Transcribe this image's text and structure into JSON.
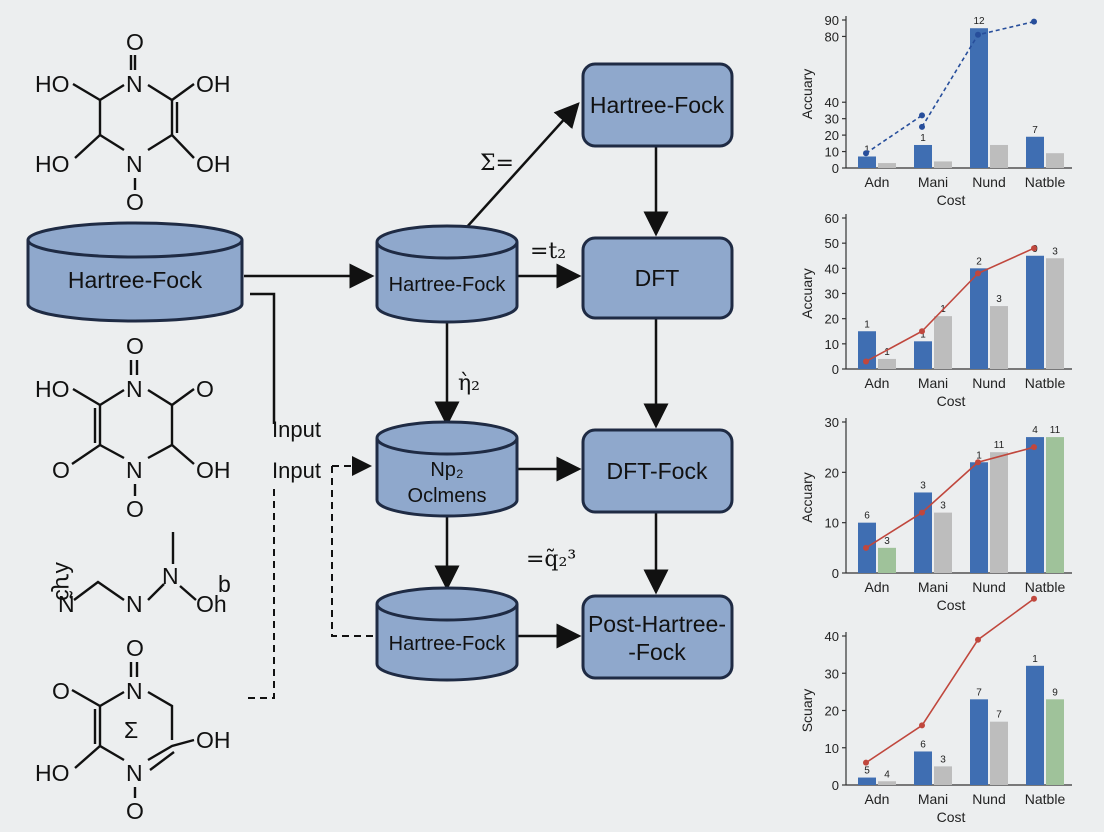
{
  "colors": {
    "box_fill": "#8fa8cc",
    "box_stroke": "#1f2b44",
    "bar_blue": "#3f6eb2",
    "bar_gray": "#bdbdbd",
    "bar_green": "#9fc29a",
    "line_blue": "#274e9b",
    "line_red": "#c0473d",
    "background": "#eceeef"
  },
  "molecules": {
    "m1": {
      "top_o": "O",
      "n_top": "N",
      "ho_left_top": "HO",
      "o_h_right_top": "OH",
      "ho_left_bottom": "HO",
      "oh_right_bottom": "OH",
      "n_bottom": "N",
      "bottom_o": "O"
    },
    "m2": {
      "top_o": "O",
      "n_top": "N",
      "ho_left": "HO",
      "o_right": "O",
      "o_left": "O",
      "oh_right": "OH",
      "n_bottom": "N",
      "bottom_o": "O"
    },
    "m3": {
      "frag1": "ʎʯɔ̃",
      "n_left": "N",
      "n_mid": "N",
      "n_right": "N",
      "oh": "Oh",
      "sup": "b"
    },
    "m4": {
      "top_o": "O",
      "n_top": "N",
      "o_left": "O",
      "sigma": "Σ",
      "oh_right": "OH",
      "ho_left": "HO",
      "n_bottom": "N",
      "bottom_o": "O"
    }
  },
  "flow": {
    "db_main": "Hartree-Fock",
    "cyl_top": "Hartree-Fock",
    "cyl_mid_line1": "Np₂",
    "cyl_mid_line2": "Oclmens",
    "cyl_bottom": "Hartree-Fock",
    "box_hf": "Hartree-Fock",
    "box_dft": "DFT",
    "box_dft_fock": "DFT-Fock",
    "box_post_line1": "Post-Hartree-",
    "box_post_line2": "-Fock",
    "input_label_1": "Input",
    "input_label_2": "Input",
    "edge_sigma": "Σ=",
    "edge_t2": "=t₂",
    "edge_eta": "ὴ₂",
    "edge_q": "=q̃₂³"
  },
  "chart_data": [
    {
      "type": "bar",
      "categories": [
        "Adn",
        "Mani",
        "Nund",
        "Natble"
      ],
      "series": [
        {
          "values": [
            7,
            14,
            85,
            19
          ],
          "color": "#3f6eb2"
        },
        {
          "values": [
            3,
            4,
            14,
            9
          ],
          "color": "#bdbdbd"
        }
      ],
      "bar_labels": [
        "1",
        "1",
        "12",
        "7"
      ],
      "overlay_line": {
        "color": "#274e9b",
        "style": "dashed",
        "segments": [
          [
            [
              0,
              9
            ],
            [
              1,
              32
            ]
          ],
          [
            [
              1,
              25
            ],
            [
              2,
              81
            ],
            [
              3,
              89
            ]
          ]
        ]
      },
      "ylabel": "Accuary",
      "xlabel": "Cost",
      "ylim": [
        0,
        90
      ],
      "yticks": [
        0,
        10,
        20,
        30,
        40,
        80,
        90
      ]
    },
    {
      "type": "bar",
      "categories": [
        "Adn",
        "Mani",
        "Nund",
        "Natble"
      ],
      "series": [
        {
          "values": [
            15,
            11,
            40,
            45
          ],
          "color": "#3f6eb2"
        },
        {
          "values": [
            4,
            21,
            25,
            44
          ],
          "color": "#bdbdbd"
        }
      ],
      "bar_labels": [
        "1",
        "1",
        "1",
        "1",
        "2",
        "3",
        "9",
        "3"
      ],
      "overlay_line": {
        "color": "#c0473d",
        "style": "solid",
        "points": [
          [
            0,
            3
          ],
          [
            1,
            15
          ],
          [
            2,
            38
          ],
          [
            3,
            48
          ]
        ]
      },
      "ylabel": "Accuary",
      "xlabel": "Cost",
      "ylim": [
        0,
        60
      ],
      "yticks": [
        0,
        10,
        20,
        30,
        40,
        50,
        60
      ]
    },
    {
      "type": "bar",
      "categories": [
        "Adn",
        "Mani",
        "Nund",
        "Natble"
      ],
      "series": [
        {
          "values": [
            10,
            16,
            22,
            27
          ],
          "color": "#3f6eb2"
        },
        {
          "values": [
            5,
            12,
            24,
            27
          ],
          "colors": [
            "#9fc29a",
            "#bdbdbd",
            "#bdbdbd",
            "#9fc29a"
          ]
        }
      ],
      "bar_labels": [
        "6",
        "3",
        "3",
        "3",
        "1",
        "11",
        "4",
        "11"
      ],
      "overlay_line": {
        "color": "#c0473d",
        "style": "solid",
        "points": [
          [
            0,
            5
          ],
          [
            1,
            12
          ],
          [
            2,
            22
          ],
          [
            3,
            25
          ]
        ]
      },
      "ylabel": "Accuary",
      "xlabel": "Cost",
      "ylim": [
        0,
        30
      ],
      "yticks": [
        0,
        10,
        20,
        30
      ]
    },
    {
      "type": "bar",
      "categories": [
        "Adn",
        "Mani",
        "Nund",
        "Natble"
      ],
      "series": [
        {
          "values": [
            2,
            9,
            23,
            32
          ],
          "color": "#3f6eb2"
        },
        {
          "values": [
            1,
            5,
            17,
            23
          ],
          "colors": [
            "#bdbdbd",
            "#bdbdbd",
            "#bdbdbd",
            "#9fc29a"
          ]
        }
      ],
      "bar_labels": [
        "5",
        "4",
        "6",
        "3",
        "7",
        "7",
        "1",
        "9"
      ],
      "overlay_line": {
        "color": "#c0473d",
        "style": "solid",
        "points": [
          [
            0,
            6
          ],
          [
            1,
            16
          ],
          [
            2,
            39
          ],
          [
            3,
            50
          ]
        ]
      },
      "ylabel": "Scuary",
      "xlabel": "Cost",
      "ylim": [
        0,
        40
      ],
      "yticks": [
        0,
        10,
        20,
        30,
        40
      ]
    }
  ]
}
